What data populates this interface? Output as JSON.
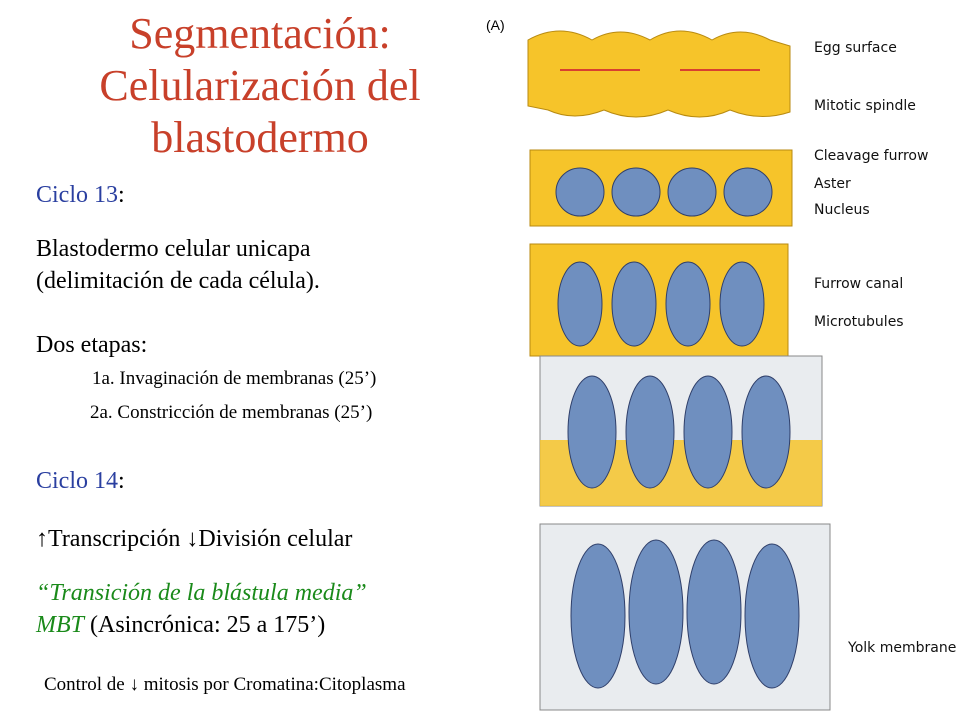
{
  "title": [
    "Segmentación:",
    "Celularización del",
    "blastodermo"
  ],
  "ciclo13": {
    "label": "Ciclo 13",
    "colon": ":"
  },
  "blastodermo": [
    "Blastodermo celular unicapa",
    "(delimitación de cada célula)."
  ],
  "dos_etapas": "Dos etapas:",
  "etapa1": "1a. Invaginación de membranas (25’)",
  "etapa2": "2a. Constricción de membranas (25’)",
  "ciclo14": {
    "label": "Ciclo 14",
    "colon": ":"
  },
  "transcripcion": "↑Transcripción ↓División celular",
  "transicion": "“Transición de la blástula media”",
  "mbt": {
    "abbr": "MBT",
    "rest": " (Asincrónica:  25 a 175’)"
  },
  "control": "Control de ↓ mitosis por Cromatina:Citoplasma",
  "figure": {
    "panel_label": "(A)",
    "labels": {
      "egg_surface": "Egg surface",
      "mitotic_spindle": "Mitotic spindle",
      "cleavage_furrow": "Cleavage furrow",
      "aster": "Aster",
      "nucleus": "Nucleus",
      "furrow_canal": "Furrow canal",
      "microtubules": "Microtubules",
      "yolk_membrane": "Yolk membrane"
    },
    "colors": {
      "yolk": "#f6c42a",
      "nucleus": "#6f8fbf",
      "nucleus_stroke": "#2f3f6a",
      "fiber": "#d84030",
      "cell_bg": "#e9ecef"
    }
  }
}
